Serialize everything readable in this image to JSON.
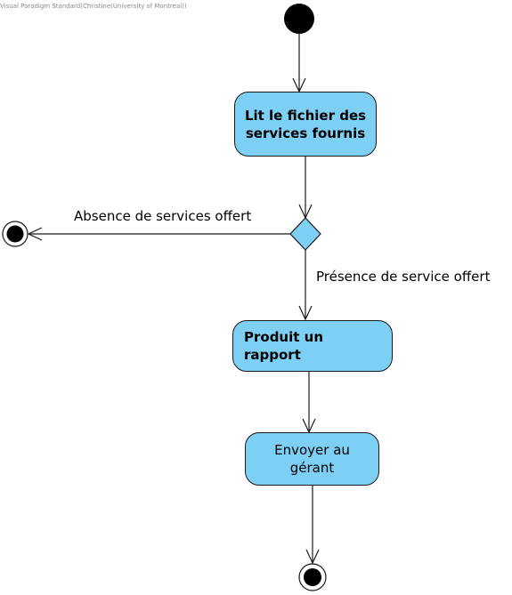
{
  "watermark": "Visual Paradigm Standard(Christine(University of Montreal))",
  "colors": {
    "action_fill": "#7ecff4",
    "stroke": "#1a1a1a",
    "node_dark": "#000000"
  },
  "actions": {
    "read_file": "Lit le fichier des services fournis",
    "produce_report": "Produit un rapport",
    "send_manager": "Envoyer au gérant"
  },
  "guards": {
    "absence": "Absence de services offert",
    "presence": "Présence de service offert"
  }
}
